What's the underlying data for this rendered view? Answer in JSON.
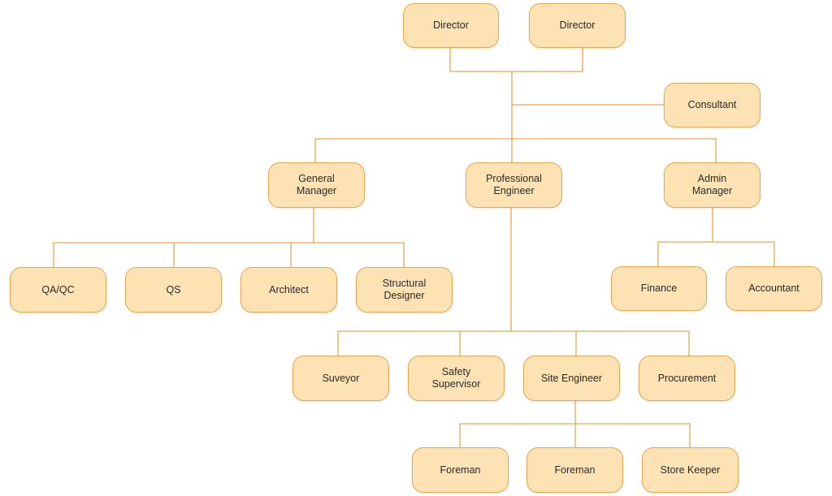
{
  "nodes": {
    "director_1": "Director",
    "director_2": "Director",
    "consultant": "Consultant",
    "general_manager": "General\nManager",
    "professional_engineer": "Professional\nEngineer",
    "admin_manager": "Admin\nManager",
    "qa_qc": "QA/QC",
    "qs": "QS",
    "architect": "Architect",
    "structural_designer": "Structural\nDesigner",
    "finance": "Finance",
    "accountant": "Accountant",
    "suveyor": "Suveyor",
    "safety_supervisor": "Safety\nSupervisor",
    "site_engineer": "Site Engineer",
    "procurement": "Procurement",
    "foreman_1": "Foreman",
    "foreman_2": "Foreman",
    "store_keeper": "Store Keeper"
  },
  "colors": {
    "node_fill": "#fde2b3",
    "node_border": "#e3a857",
    "connector": "#e3a857",
    "text": "#2a2a2a"
  }
}
